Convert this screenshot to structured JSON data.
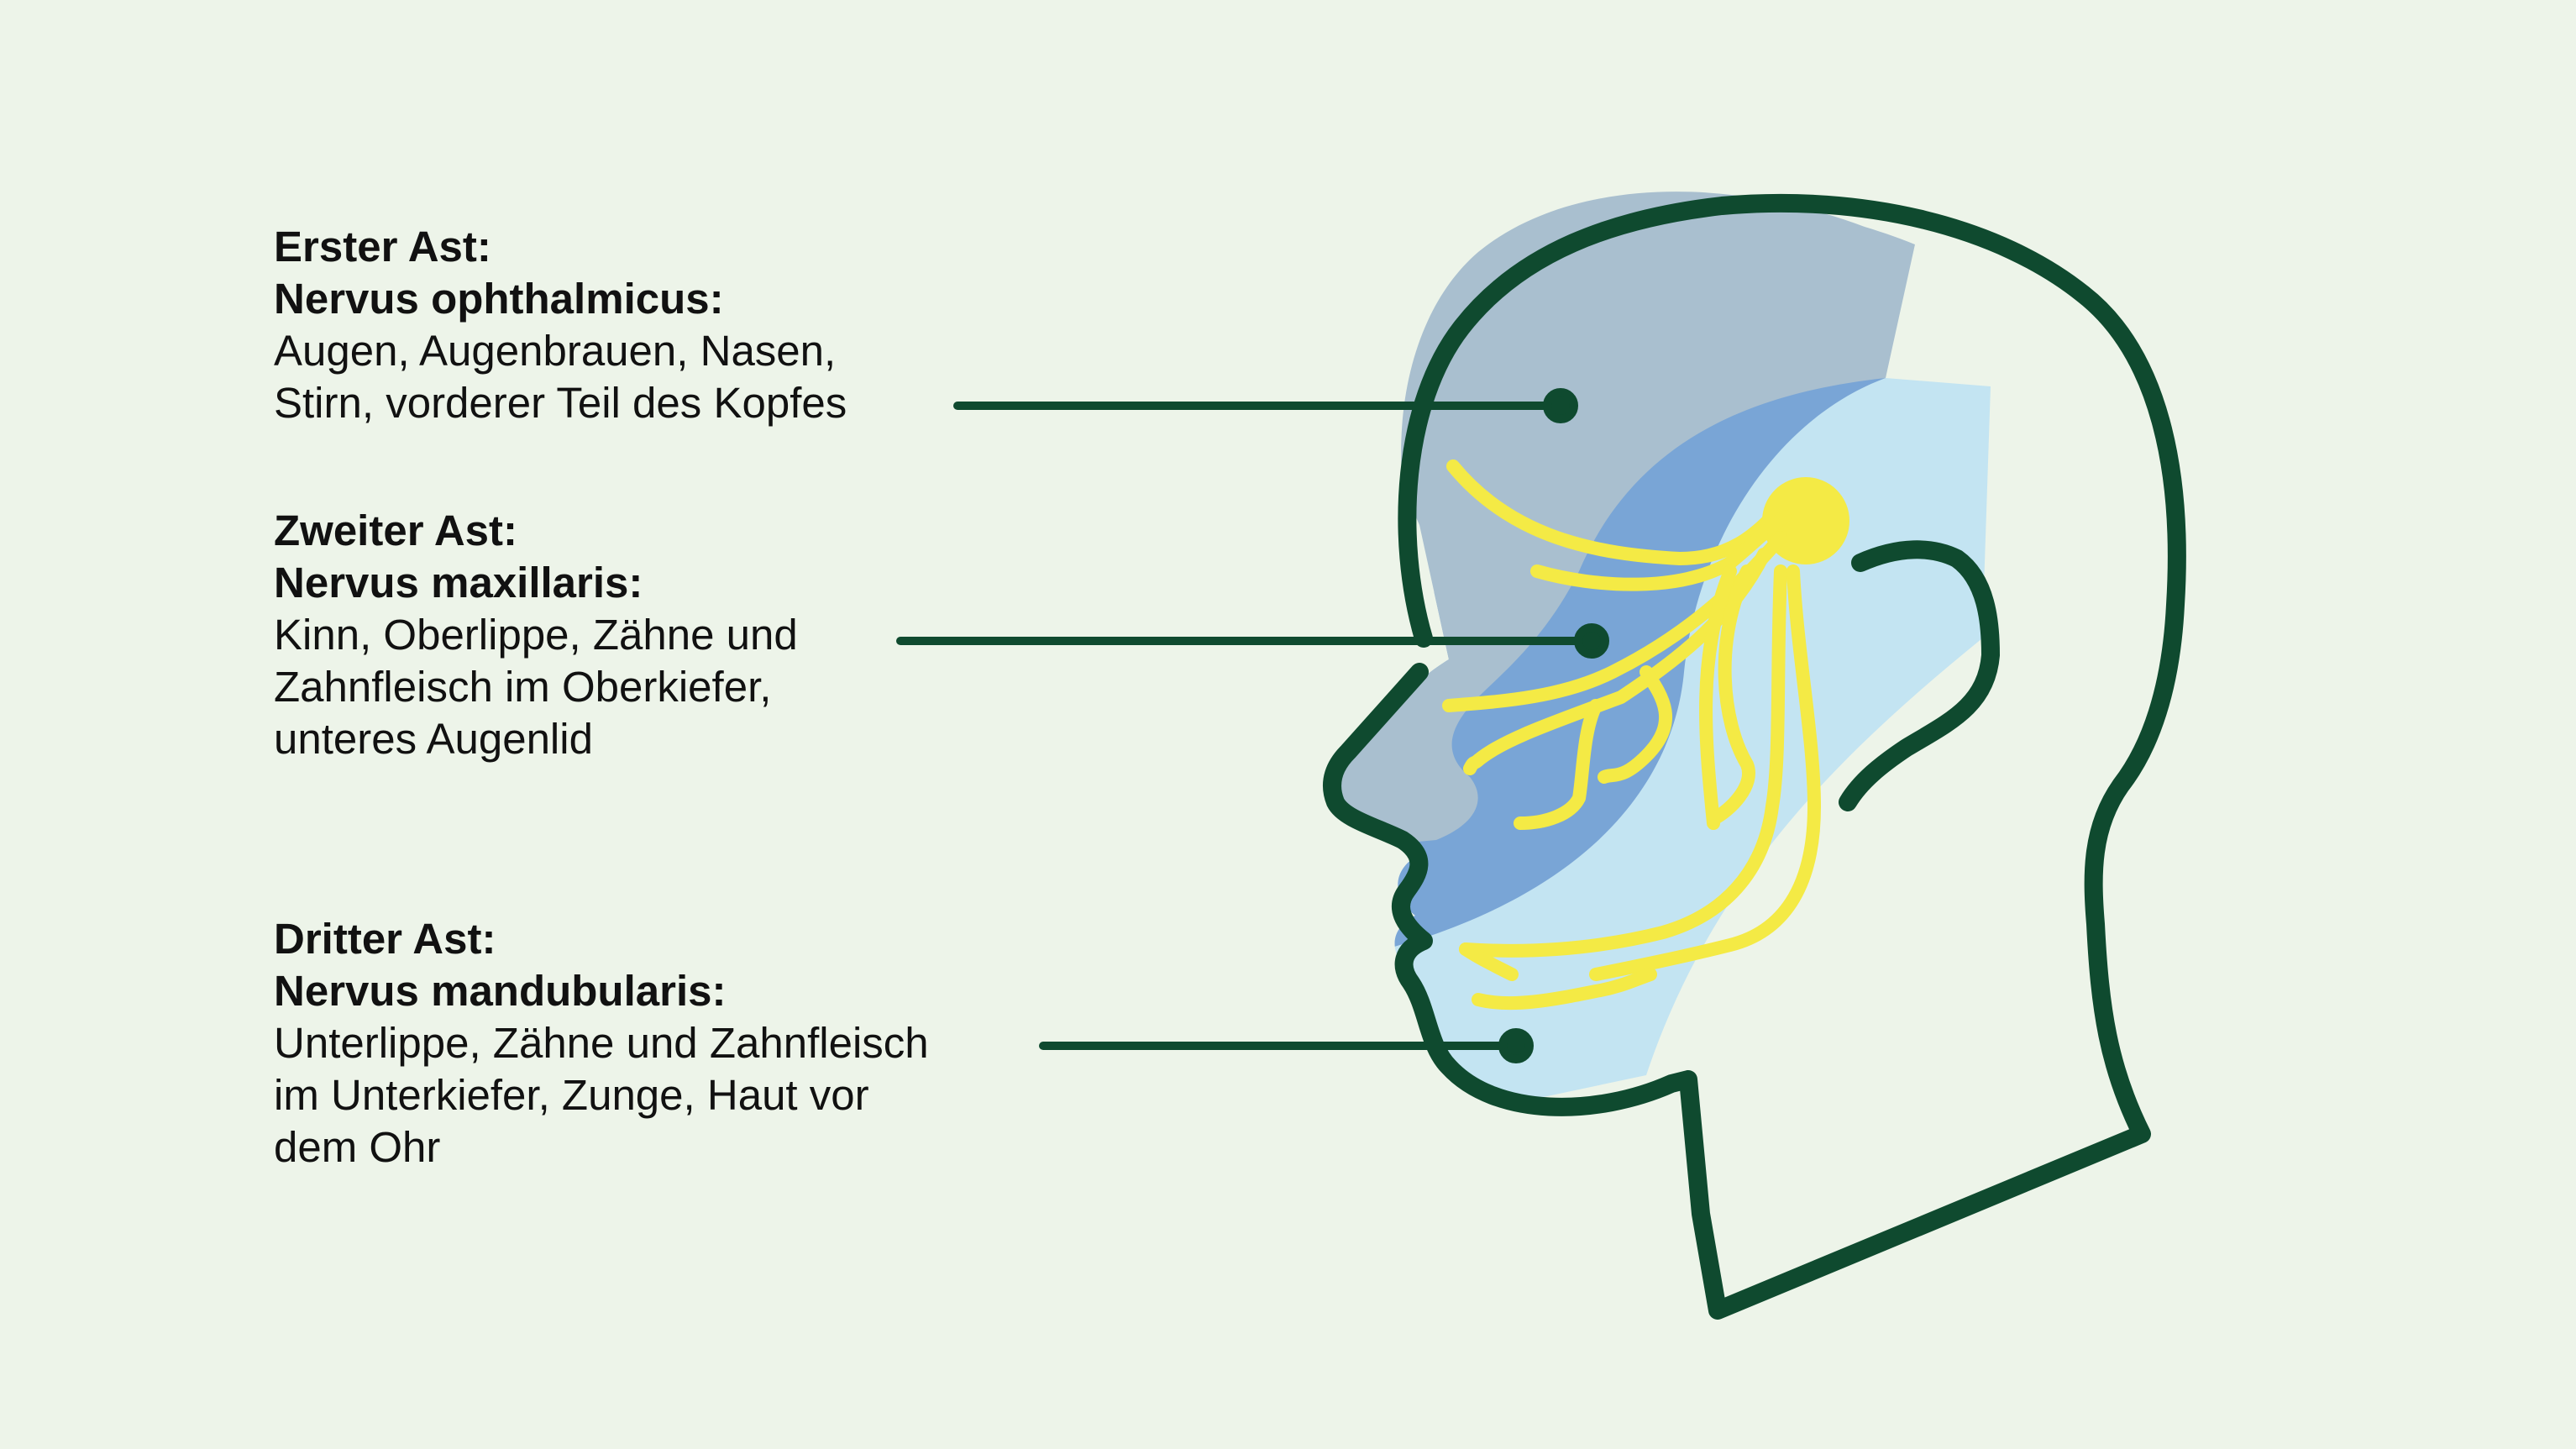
{
  "branches": [
    {
      "title": "Erster Ast:",
      "nerve": "Nervus ophthalmicus:",
      "lines": [
        "Augen, Augenbrauen, Nasen,",
        "Stirn, vorderer Teil des Kopfes"
      ]
    },
    {
      "title": "Zweiter Ast:",
      "nerve": "Nervus maxillaris:",
      "lines": [
        "Kinn, Oberlippe, Zähne und",
        "Zahnfleisch im Oberkiefer,",
        "unteres Augenlid"
      ]
    },
    {
      "title": "Dritter Ast:",
      "nerve": "Nervus mandubularis:",
      "lines": [
        "Unterlippe, Zähne und Zahnfleisch",
        "im Unterkiefer, Zunge, Haut vor",
        "dem Ohr"
      ]
    }
  ],
  "colors": {
    "background": "#edf4e9",
    "outline": "#0f4a2f",
    "zone_ophthalmic": "#a9bfcf",
    "zone_maxillary": "#79a5d6",
    "zone_mandibular": "#c3e4f2",
    "nerve": "#f4ea45"
  }
}
